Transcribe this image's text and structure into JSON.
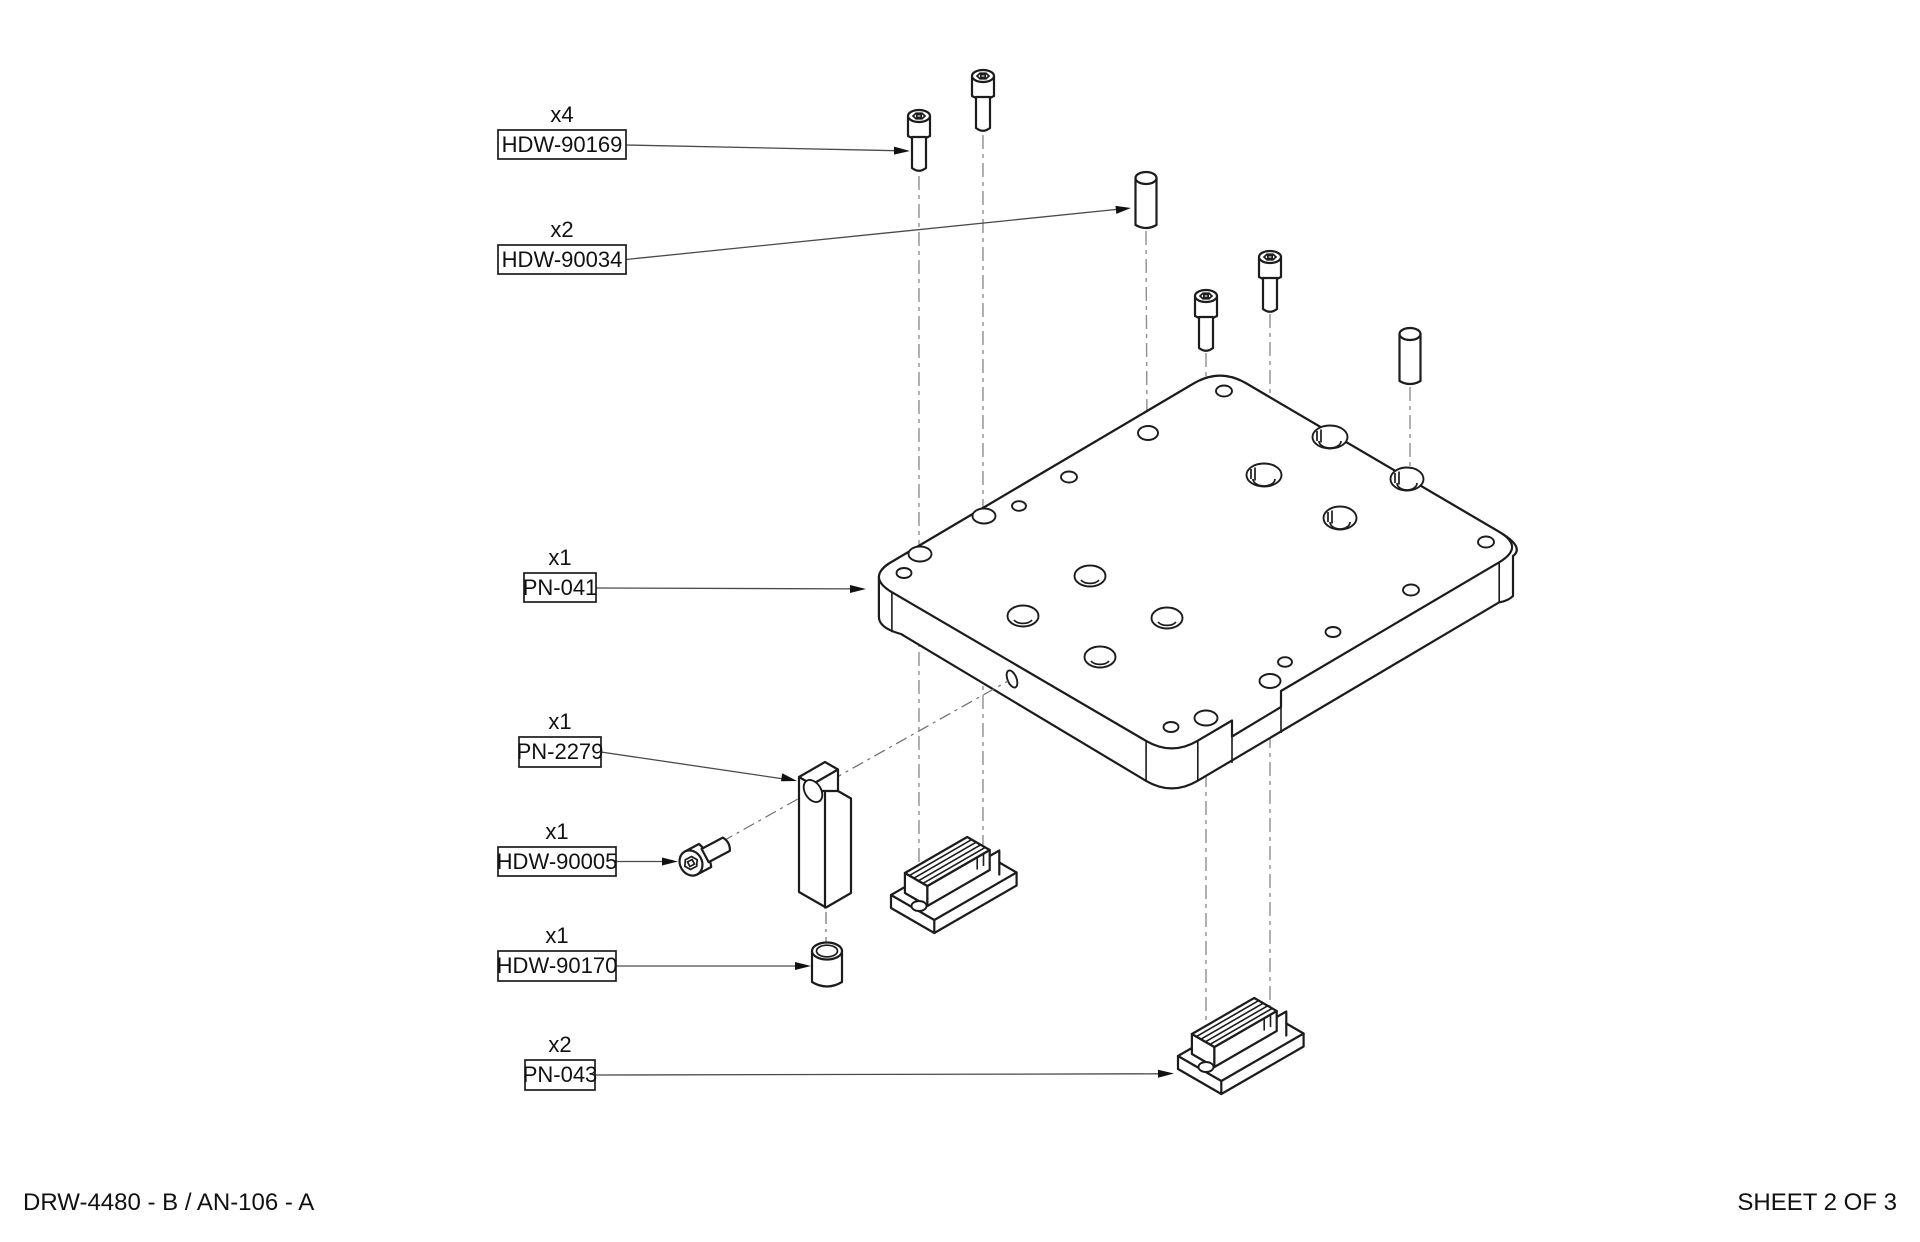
{
  "drawing": {
    "callouts": [
      {
        "qty": "x4",
        "part": "HDW-90169"
      },
      {
        "qty": "x2",
        "part": "HDW-90034"
      },
      {
        "qty": "x1",
        "part": "PN-041"
      },
      {
        "qty": "x1",
        "part": "PN-2279"
      },
      {
        "qty": "x1",
        "part": "HDW-90005"
      },
      {
        "qty": "x1",
        "part": "HDW-90170"
      },
      {
        "qty": "x2",
        "part": "PN-043"
      }
    ],
    "title_block": {
      "left": "DRW-4480 - B / AN-106 - A",
      "right": "SHEET 2 OF 3"
    },
    "colors": {
      "line": "#1c1c1c",
      "centerline": "#8f8f8f",
      "background": "#ffffff"
    }
  }
}
